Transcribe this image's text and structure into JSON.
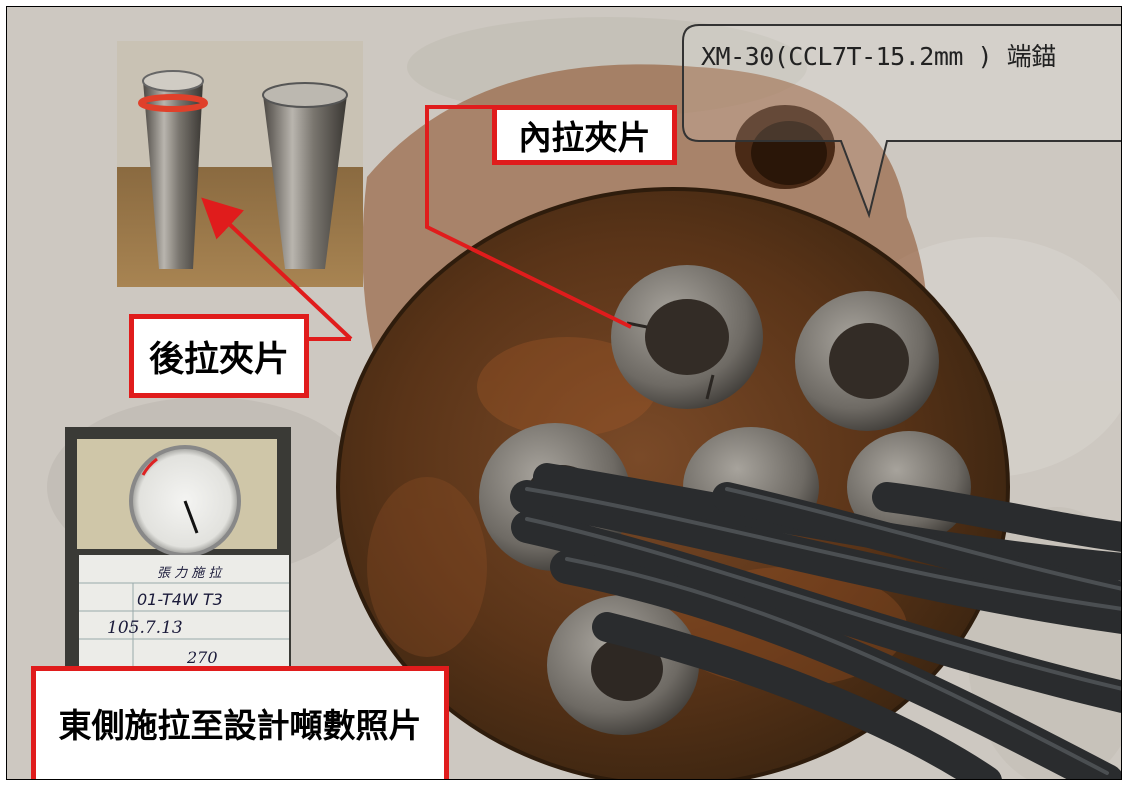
{
  "labels": {
    "inner_wedge": "內拉夾片",
    "rear_wedge": "後拉夾片",
    "east_side_caption": "東側施拉至設計噸數照片",
    "anchor_spec": "XM-30(CCL7T-15.2mm ) 端錨"
  },
  "inset_form": {
    "title": "張 力 施 拉",
    "id": "01-T4W T3",
    "date": "105.7.13",
    "tonnage": "270"
  },
  "colors": {
    "label_border": "#e01c1c",
    "arrow": "#e01c1c",
    "plate_rust": "#6b3a1e",
    "concrete": "#cfcac4"
  }
}
